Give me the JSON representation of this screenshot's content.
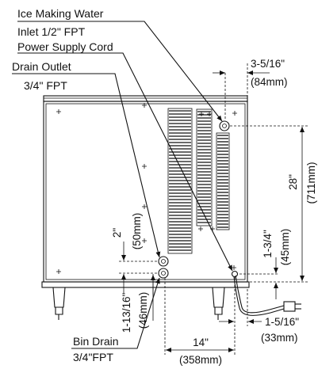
{
  "labels": {
    "ice_water_1": "Ice Making Water",
    "ice_water_2": "Inlet 1/2\" FPT",
    "power_cord": "Power Supply Cord",
    "drain_outlet_1": "Drain Outlet",
    "drain_outlet_2": "3/4\" FPT",
    "bin_drain_1": "Bin Drain",
    "bin_drain_2": "3/4\"FPT"
  },
  "dimensions": {
    "top_right_in": "3-5/16\"",
    "top_right_mm": "(84mm)",
    "height_in": "28\"",
    "height_mm": "(711mm)",
    "cord_height_in": "1-3/4\"",
    "cord_height_mm": "(45mm)",
    "drain_spacing_in": "2\"",
    "drain_spacing_mm": "(50mm)",
    "bin_drain_height_in": "1-13/16\"",
    "bin_drain_height_mm": "(46mm)",
    "width_in": "14\"",
    "width_mm": "(358mm)",
    "cord_offset_in": "1-5/16\"",
    "cord_offset_mm": "(33mm)"
  }
}
